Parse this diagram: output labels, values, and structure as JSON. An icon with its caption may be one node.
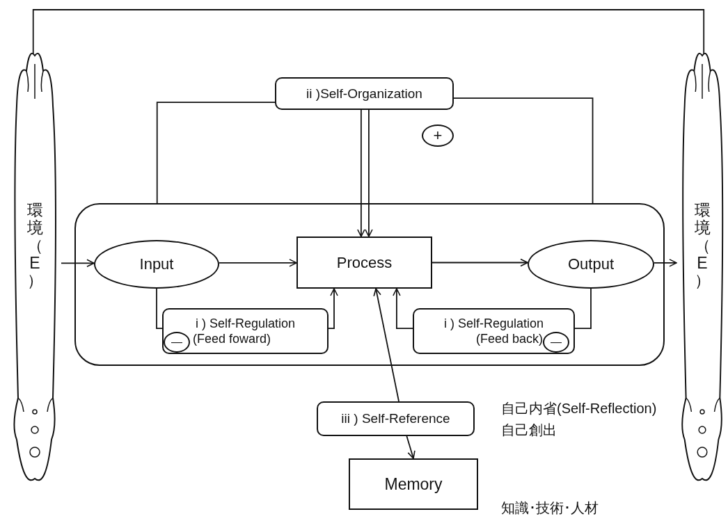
{
  "diagram": {
    "nodes": [
      {
        "text": [
          "環境（E）"
        ]
      },
      {
        "text": [
          "環境（E）"
        ]
      },
      {
        "text": [],
        "shape": "box"
      },
      {
        "text": [
          "Input"
        ],
        "in": 2
      },
      {
        "text": [
          "Process"
        ],
        "in": 2
      },
      {
        "text": [
          "Output"
        ],
        "in": 2
      },
      {
        "text": [
          "i ) Self-Regulation",
          "(Feed foward)"
        ],
        "in": 2
      },
      {
        "text": [
          "i ) Self-Regulation",
          "(Feed back)"
        ],
        "in": 2
      },
      {
        "text": [
          "ii )Self-Organization"
        ]
      },
      {
        "text": [
          "+"
        ]
      },
      {
        "text": [
          "iii ) Self-Reference"
        ]
      },
      {
        "text": [
          "Memory"
        ]
      },
      {
        "text": [
          "—"
        ],
        "in": 6
      },
      {
        "text": [
          "—"
        ],
        "in": 7
      }
    ],
    "edges": [
      {
        "from": 1,
        "to": 0,
        "arrow": "to"
      },
      {
        "from": 0,
        "to": 3,
        "arrow": "to"
      },
      {
        "from": 3,
        "to": 4,
        "arrow": "to"
      },
      {
        "from": 4,
        "to": 5,
        "arrow": "to"
      },
      {
        "from": 5,
        "to": 1,
        "arrow": "to"
      },
      {
        "from": 3,
        "to": 6,
        "arrow": "none"
      },
      {
        "from": 6,
        "to": 4,
        "arrow": "to"
      },
      {
        "from": 5,
        "to": 7,
        "arrow": "none"
      },
      {
        "from": 7,
        "to": 4,
        "arrow": "to"
      },
      {
        "from": 2,
        "to": 8,
        "arrow": "none"
      },
      {
        "from": 8,
        "to": 2,
        "arrow": "none"
      },
      {
        "from": 8,
        "to": 4,
        "arrow": "to"
      },
      {
        "from": 8,
        "to": 4,
        "arrow": "to"
      },
      {
        "from": 10,
        "to": 4,
        "arrow": "to"
      },
      {
        "from": 10,
        "to": 11,
        "arrow": "to"
      }
    ],
    "labels": [
      "自己内省(Self-Reflection)",
      "自己創出",
      "知識･技術･人材"
    ]
  }
}
